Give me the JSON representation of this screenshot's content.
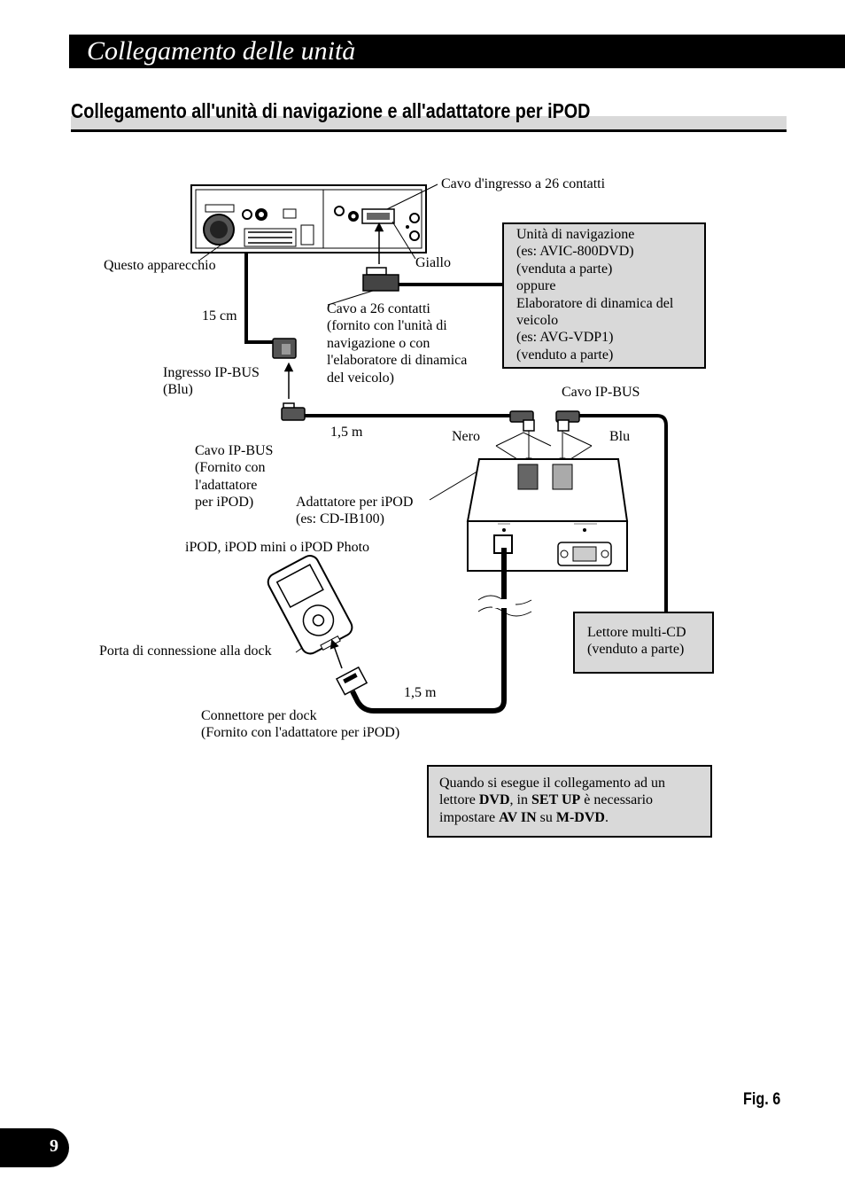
{
  "header": {
    "title": "Collegamento delle unità"
  },
  "section": {
    "title": "Collegamento all'unità di navigazione e all'adattatore per iPOD"
  },
  "labels": {
    "cable_26_input": "Cavo d'ingresso a 26 contatti",
    "this_unit": "Questo apparecchio",
    "yellow": "Giallo",
    "length_15cm": "15 cm",
    "cable_26_lines": [
      "Cavo a 26 contatti",
      "(fornito con l'unità di",
      "navigazione o con",
      "l'elaboratore di dinamica",
      "del veicolo)"
    ],
    "ipbus_input_lines": [
      "Ingresso IP-BUS",
      "(Blu)"
    ],
    "ipbus_cable_top": "Cavo IP-BUS",
    "length_1_5m_a": "1,5 m",
    "black": "Nero",
    "blue": "Blu",
    "ipbus_cable_supplied_lines": [
      "Cavo IP-BUS",
      "(Fornito con",
      "l'adattatore",
      "per iPOD)"
    ],
    "adapter_lines": [
      "Adattatore per iPOD",
      "(es: CD-IB100)"
    ],
    "ipod_models": "iPOD, iPOD mini o iPOD Photo",
    "dock_port": "Porta di connessione alla dock",
    "length_1_5m_b": "1,5 m",
    "dock_connector_lines": [
      "Connettore per dock",
      "(Fornito con l'adattatore per iPOD)"
    ]
  },
  "nav_box": {
    "lines": [
      "Unità di navigazione",
      "(es: AVIC-800DVD)",
      "(venduta a parte)",
      "oppure",
      "Elaboratore di dinamica del",
      "veicolo",
      "(es: AVG-VDP1)",
      "(venduto a parte)"
    ]
  },
  "cd_box": {
    "lines": [
      "Lettore multi-CD",
      "(venduto a parte)"
    ]
  },
  "note": {
    "line1": "Quando si esegue il collegamento ad un",
    "line2_a": "lettore ",
    "line2_b": "DVD",
    "line2_c": ", in ",
    "line2_d": "SET UP",
    "line2_e": "  è necessario",
    "line3_a": "impostare ",
    "line3_b": "AV IN",
    "line3_c": " su ",
    "line3_d": "M-DVD",
    "line3_e": "."
  },
  "figure": {
    "label": "Fig. 6"
  },
  "page": {
    "number": "9"
  }
}
